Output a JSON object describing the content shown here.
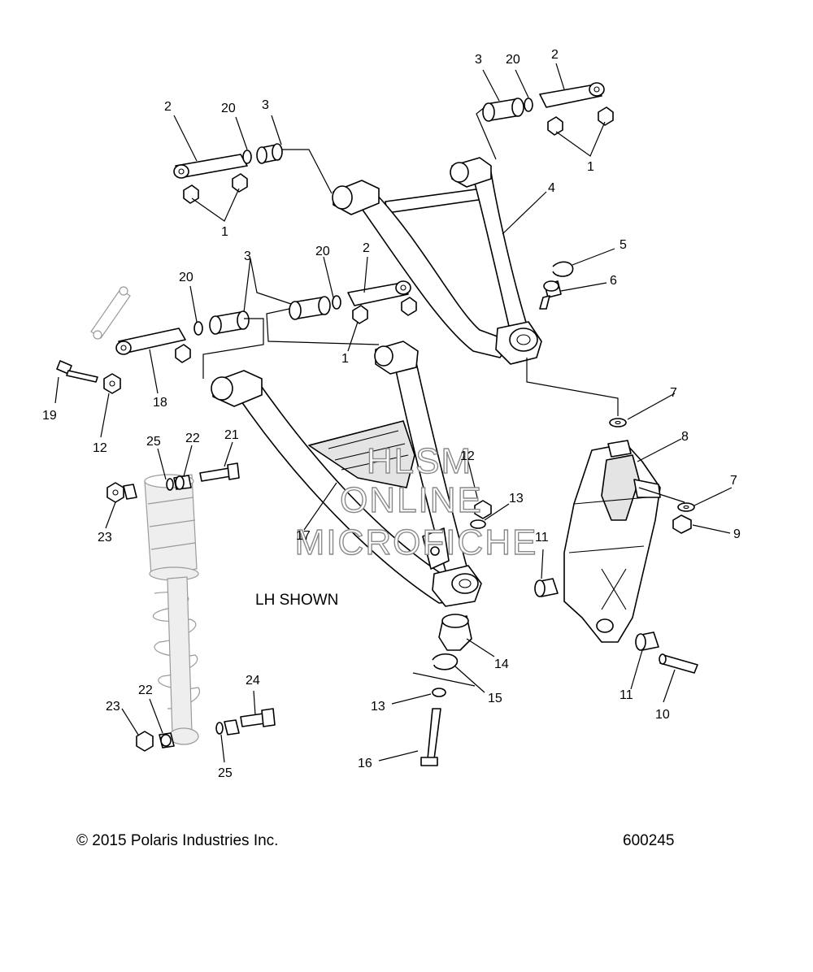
{
  "callouts": [
    {
      "id": "c-2-a",
      "text": "2"
    },
    {
      "id": "c-20-a",
      "text": "20"
    },
    {
      "id": "c-3-a",
      "text": "3"
    },
    {
      "id": "c-1-a",
      "text": "1"
    },
    {
      "id": "c-3-b",
      "text": "3"
    },
    {
      "id": "c-20-b",
      "text": "20"
    },
    {
      "id": "c-2-b",
      "text": "2"
    },
    {
      "id": "c-1-b",
      "text": "1"
    },
    {
      "id": "c-4",
      "text": "4"
    },
    {
      "id": "c-5",
      "text": "5"
    },
    {
      "id": "c-6",
      "text": "6"
    },
    {
      "id": "c-3-c",
      "text": "3"
    },
    {
      "id": "c-20-c",
      "text": "20"
    },
    {
      "id": "c-2-c",
      "text": "2"
    },
    {
      "id": "c-20-d",
      "text": "20"
    },
    {
      "id": "c-1-c",
      "text": "1"
    },
    {
      "id": "c-19",
      "text": "19"
    },
    {
      "id": "c-12-a",
      "text": "12"
    },
    {
      "id": "c-18",
      "text": "18"
    },
    {
      "id": "c-7-a",
      "text": "7"
    },
    {
      "id": "c-8",
      "text": "8"
    },
    {
      "id": "c-7-b",
      "text": "7"
    },
    {
      "id": "c-9",
      "text": "9"
    },
    {
      "id": "c-25-a",
      "text": "25"
    },
    {
      "id": "c-22-a",
      "text": "22"
    },
    {
      "id": "c-21",
      "text": "21"
    },
    {
      "id": "c-12-b",
      "text": "12"
    },
    {
      "id": "c-13-a",
      "text": "13"
    },
    {
      "id": "c-23-a",
      "text": "23"
    },
    {
      "id": "c-17",
      "text": "17"
    },
    {
      "id": "c-11-a",
      "text": "11"
    },
    {
      "id": "c-14",
      "text": "14"
    },
    {
      "id": "c-15",
      "text": "15"
    },
    {
      "id": "c-13-b",
      "text": "13"
    },
    {
      "id": "c-16",
      "text": "16"
    },
    {
      "id": "c-11-b",
      "text": "11"
    },
    {
      "id": "c-10",
      "text": "10"
    },
    {
      "id": "c-24",
      "text": "24"
    },
    {
      "id": "c-23-b",
      "text": "23"
    },
    {
      "id": "c-22-b",
      "text": "22"
    },
    {
      "id": "c-25-b",
      "text": "25"
    }
  ],
  "note": "LH SHOWN",
  "watermark": [
    "HLSM",
    "ONLINE",
    "MICROFICHE"
  ],
  "copyright": "© 2015 Polaris Industries Inc.",
  "diagram_number": "600245",
  "colors": {
    "line": "#000000",
    "background": "#ffffff",
    "watermark_outline": "#8a8a8a",
    "ghost_line": "#9a9a9a"
  }
}
